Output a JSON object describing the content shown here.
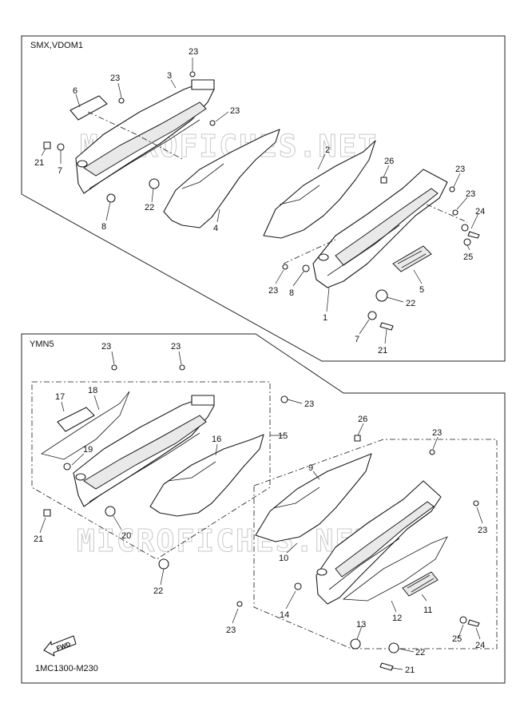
{
  "diagram": {
    "panel_top_label": "SMX,VDOM1",
    "panel_bottom_label": "YMN5",
    "watermark": "MICROFICHES.NET",
    "footer_code": "1MC1300-M230",
    "fwd_label": "FWD"
  },
  "callouts_top": [
    "23",
    "23",
    "3",
    "23",
    "6",
    "21",
    "7",
    "22",
    "8",
    "4",
    "2",
    "26",
    "23",
    "23",
    "24",
    "25",
    "5",
    "22",
    "23",
    "8",
    "1",
    "7",
    "21"
  ],
  "callouts_bottom": [
    "23",
    "23",
    "17",
    "18",
    "23",
    "15",
    "16",
    "19",
    "21",
    "20",
    "22",
    "26",
    "23",
    "9",
    "23",
    "10",
    "14",
    "11",
    "12",
    "13",
    "22",
    "23",
    "25",
    "24",
    "21"
  ]
}
